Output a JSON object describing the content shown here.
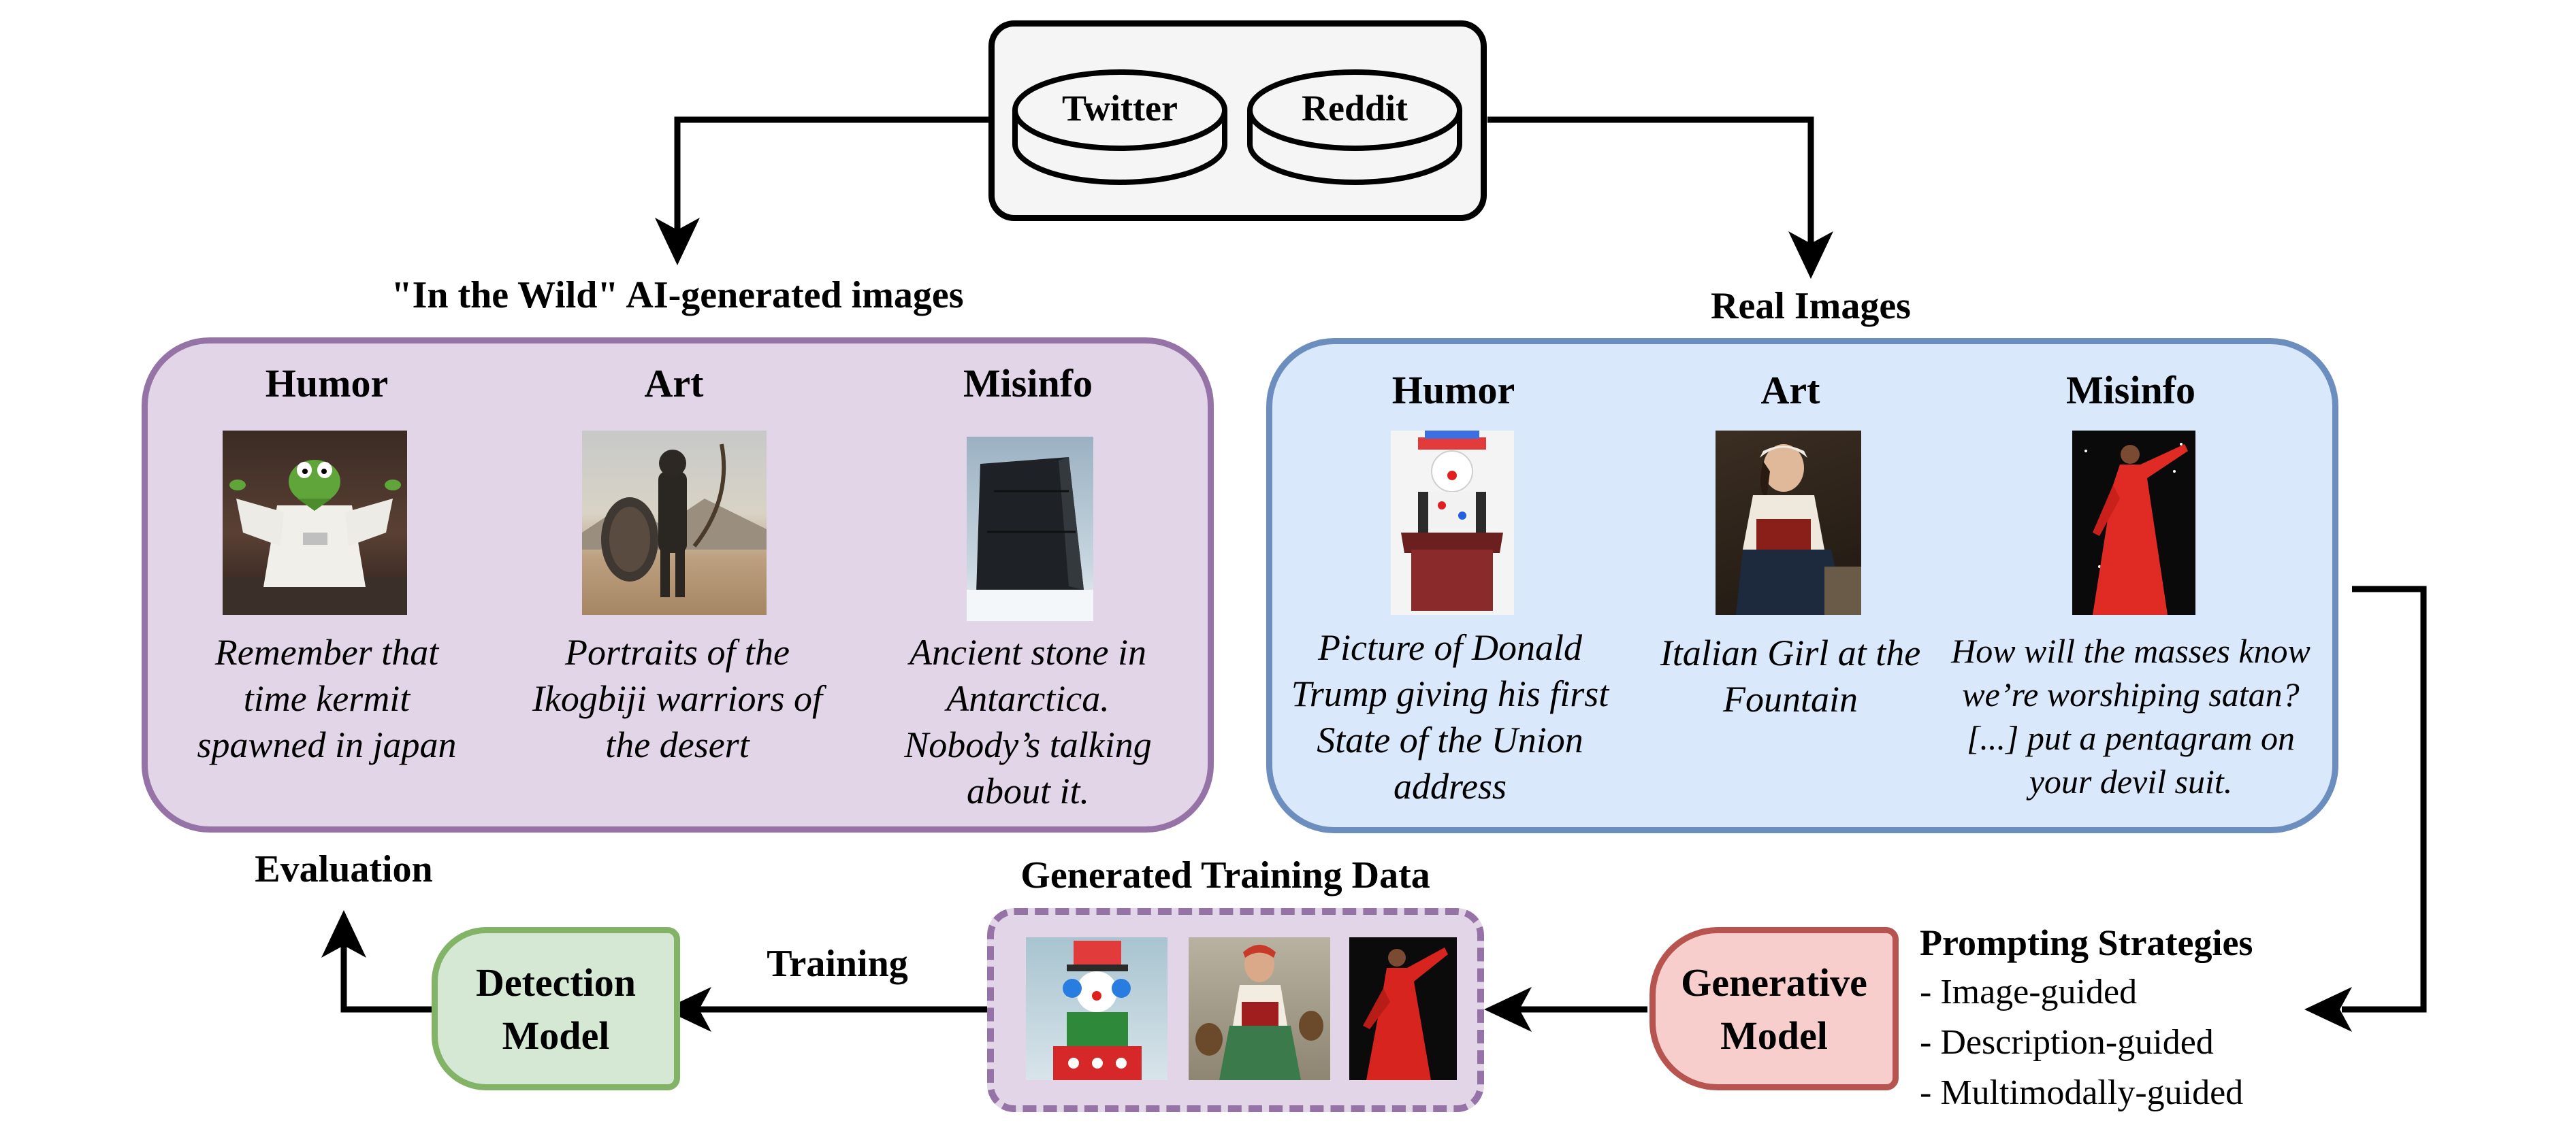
{
  "sources": {
    "twitter": "Twitter",
    "reddit": "Reddit"
  },
  "wild": {
    "title": "\"In the Wild\" AI-generated images",
    "columns": [
      {
        "label": "Humor",
        "caption": [
          "Remember that",
          "time kermit",
          "spawned in japan"
        ]
      },
      {
        "label": "Art",
        "caption": [
          "Portraits of the",
          "Ikogbiji warriors of",
          "the desert"
        ]
      },
      {
        "label": "Misinfo",
        "caption": [
          "Ancient stone in",
          "Antarctica.",
          "Nobody’s talking",
          "about it."
        ]
      }
    ]
  },
  "real": {
    "title": "Real Images",
    "columns": [
      {
        "label": "Humor",
        "caption": [
          "Picture of Donald",
          "Trump giving his first",
          "State of the Union",
          "address"
        ]
      },
      {
        "label": "Art",
        "caption": [
          "Italian Girl at the",
          "Fountain"
        ]
      },
      {
        "label": "Misinfo",
        "caption": [
          "How will the masses know",
          "we’re worshiping satan?",
          "[...] put a pentagram on",
          "your devil suit."
        ]
      }
    ]
  },
  "evaluation": "Evaluation",
  "detection_model": [
    "Detection",
    "Model"
  ],
  "training": "Training",
  "generated": {
    "title": "Generated Training Data"
  },
  "generative_model": [
    "Generative",
    "Model"
  ],
  "prompting": {
    "title": "Prompting Strategies",
    "items": [
      "- Image-guided",
      "- Description-guided",
      "- Multimodally-guided"
    ]
  },
  "colors": {
    "wild_fill": "#e1d5e7",
    "wild_border": "#9673a6",
    "real_fill": "#dae8fc",
    "real_border": "#6c8ebf",
    "detect_fill": "#d5e8d4",
    "detect_border": "#82b366",
    "gen_fill": "#f8cecc",
    "gen_border": "#b85450",
    "source_fill": "#f5f5f5"
  }
}
